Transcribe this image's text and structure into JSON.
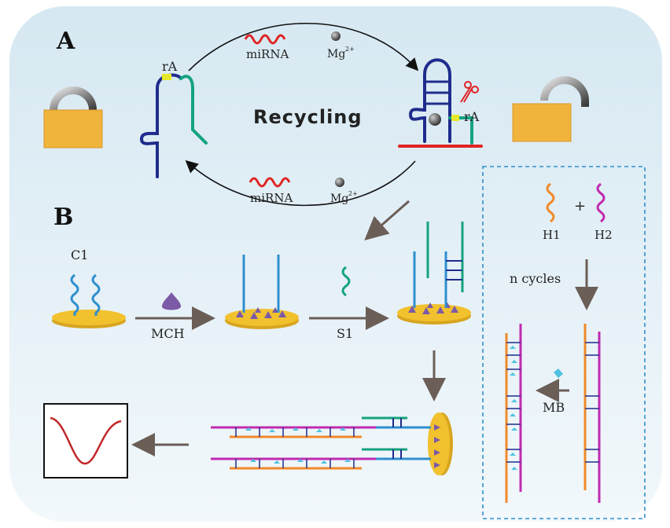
{
  "panel_a": {
    "label": "A",
    "center_text": "Recycling",
    "top_mirna": "miRNA",
    "top_mg": "Mg",
    "bottom_mirna": "miRNA",
    "bottom_mg": "Mg",
    "ion_charge": "2+",
    "ra_left": "rA",
    "ra_right": "rA"
  },
  "panel_b": {
    "label": "B",
    "c1": "C1",
    "mch": "MCH",
    "s1": "S1",
    "h1": "H1",
    "plus": "+",
    "h2": "H2",
    "n_cycles": "n cycles",
    "mb": "MB"
  },
  "colors": {
    "background_panel": "#e2eef5",
    "electrode": "#f2c12e",
    "lock": "#f0b43c",
    "dna_blue": "#1f2c8c",
    "dna_green": "#14a37f",
    "dna_red": "#e02424",
    "dna_cyan": "#2f8fcf",
    "h1_orange": "#f08a2a",
    "h2_magenta": "#c02bb0",
    "mch_purple": "#7b5aa6",
    "mb_cyan": "#4fc3e0"
  }
}
